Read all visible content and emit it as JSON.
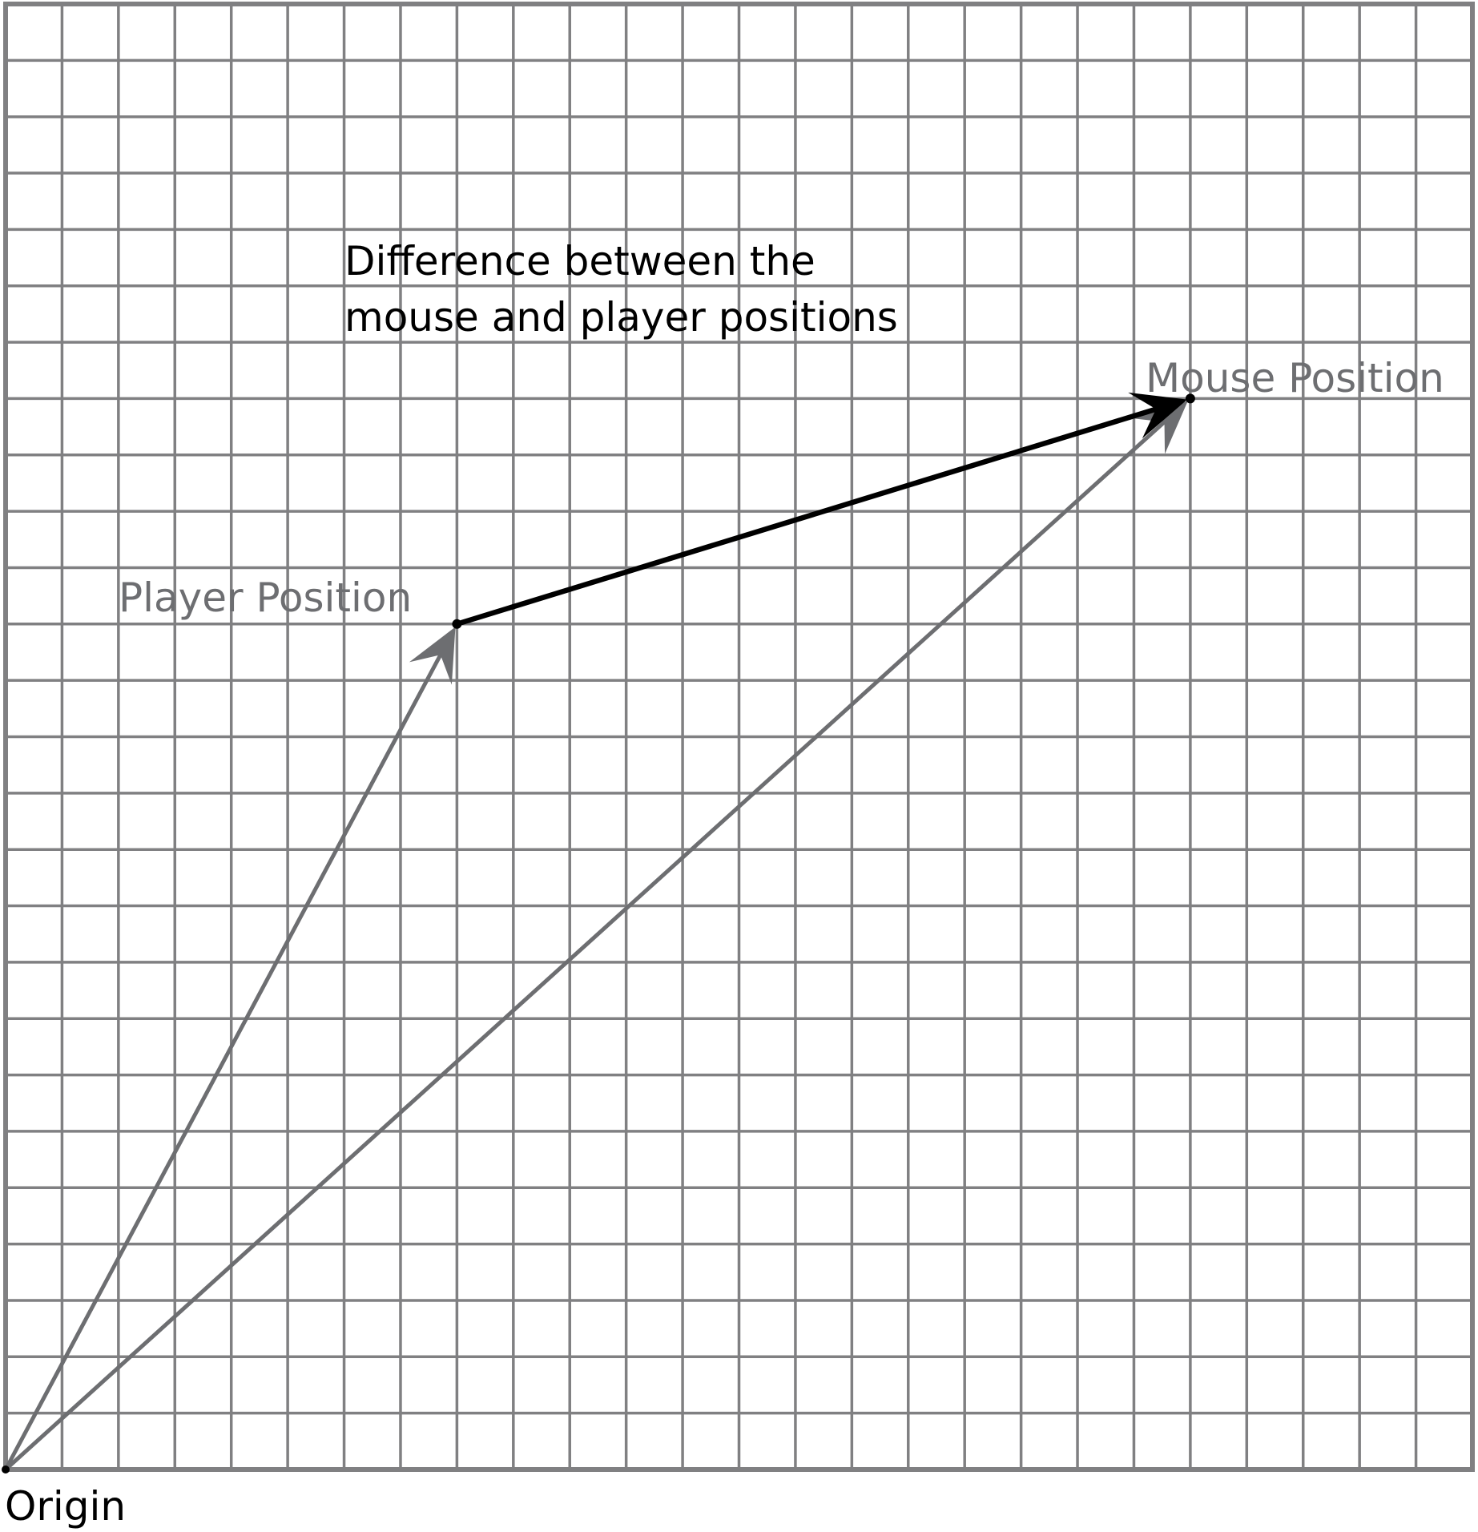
{
  "colors": {
    "grid": "#808082",
    "position_vector": "#6d6e71",
    "difference_vector": "#000000",
    "background": "#ffffff"
  },
  "grid": {
    "columns": 26,
    "rows": 26
  },
  "points": {
    "origin": {
      "label": "Origin",
      "x": 0,
      "y": 0
    },
    "player": {
      "label": "Player Position",
      "x": 8,
      "y": 15
    },
    "mouse": {
      "label": "Mouse Position",
      "x": 21,
      "y": 19
    }
  },
  "difference_label": {
    "line1": "Difference between the",
    "line2": "mouse and player positions"
  }
}
